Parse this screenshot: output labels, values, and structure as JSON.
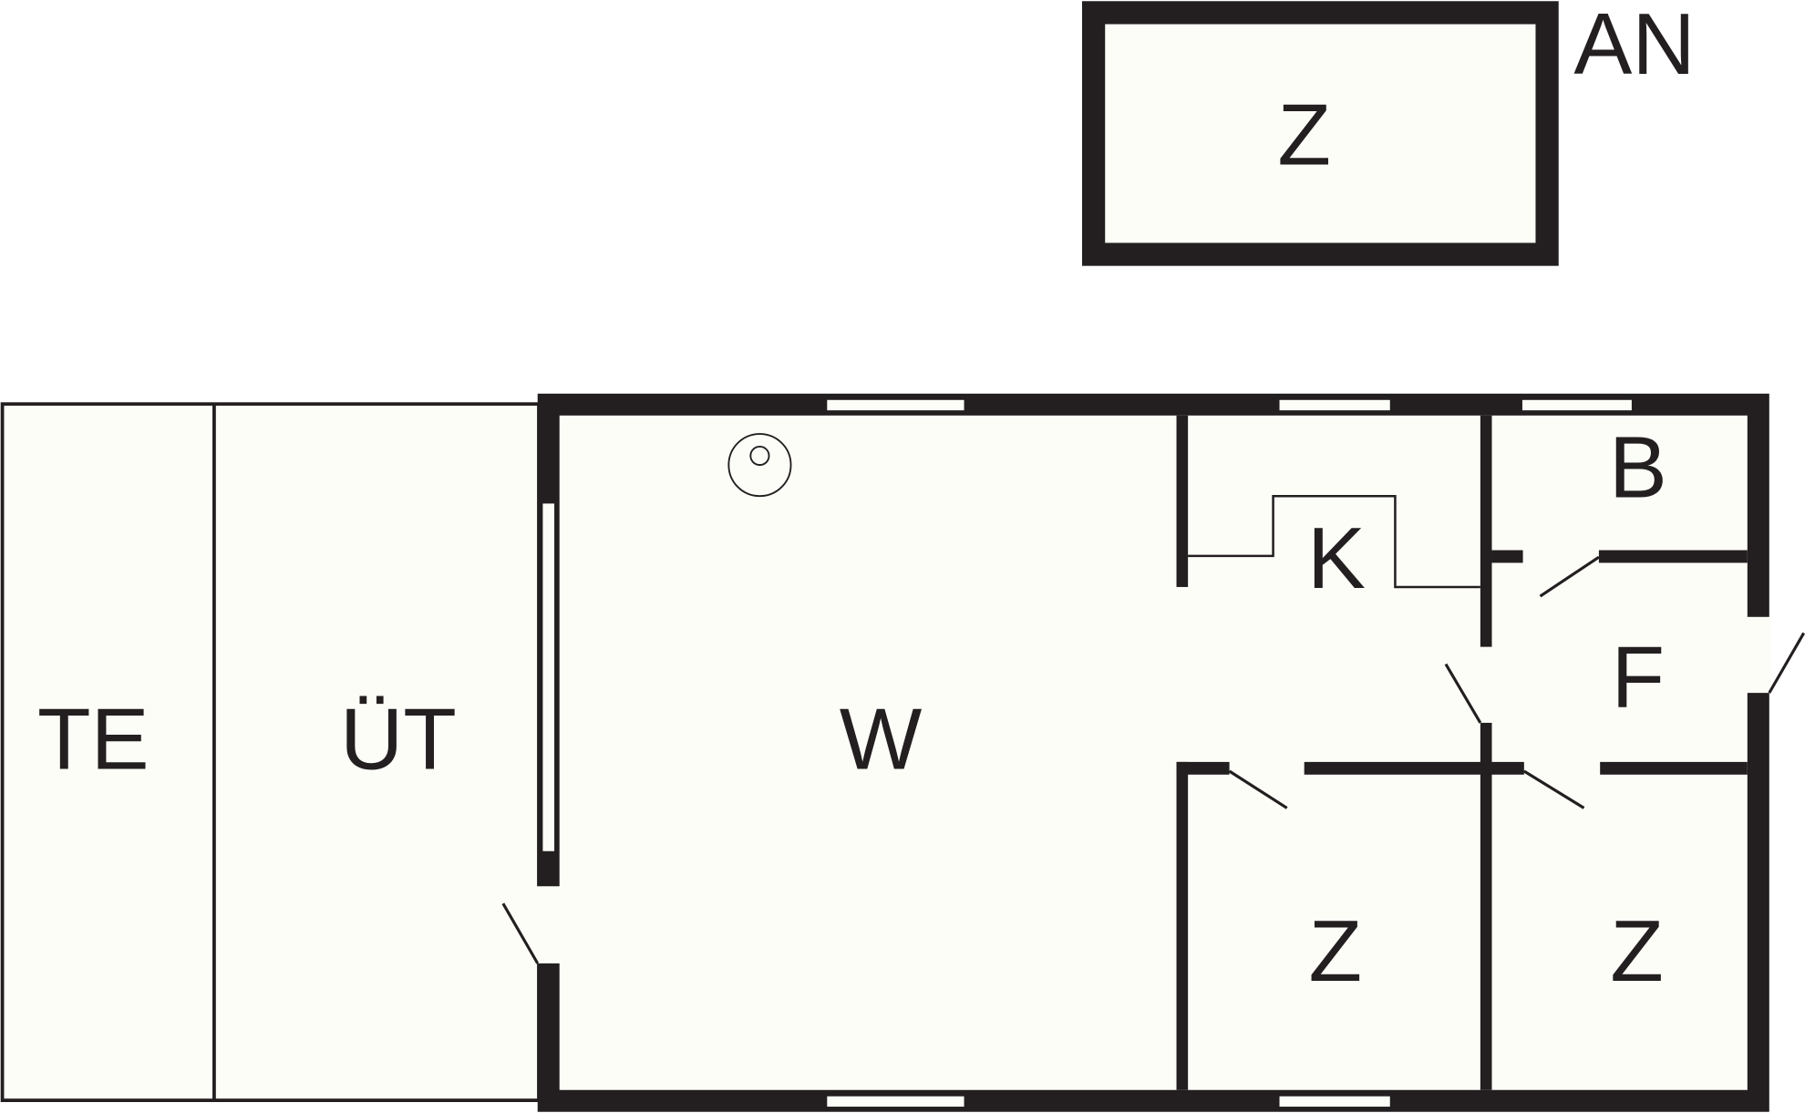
{
  "plan": {
    "annex_label": "AN",
    "rooms": {
      "annex_room": "Z",
      "terrace": "TE",
      "covered_terrace": "ÜT",
      "living": "W",
      "kitchen": "K",
      "bath": "B",
      "hall": "F",
      "bedroom_1": "Z",
      "bedroom_2": "Z"
    }
  },
  "colors": {
    "wall": "#231f20",
    "floor": "#fdfdf8"
  }
}
